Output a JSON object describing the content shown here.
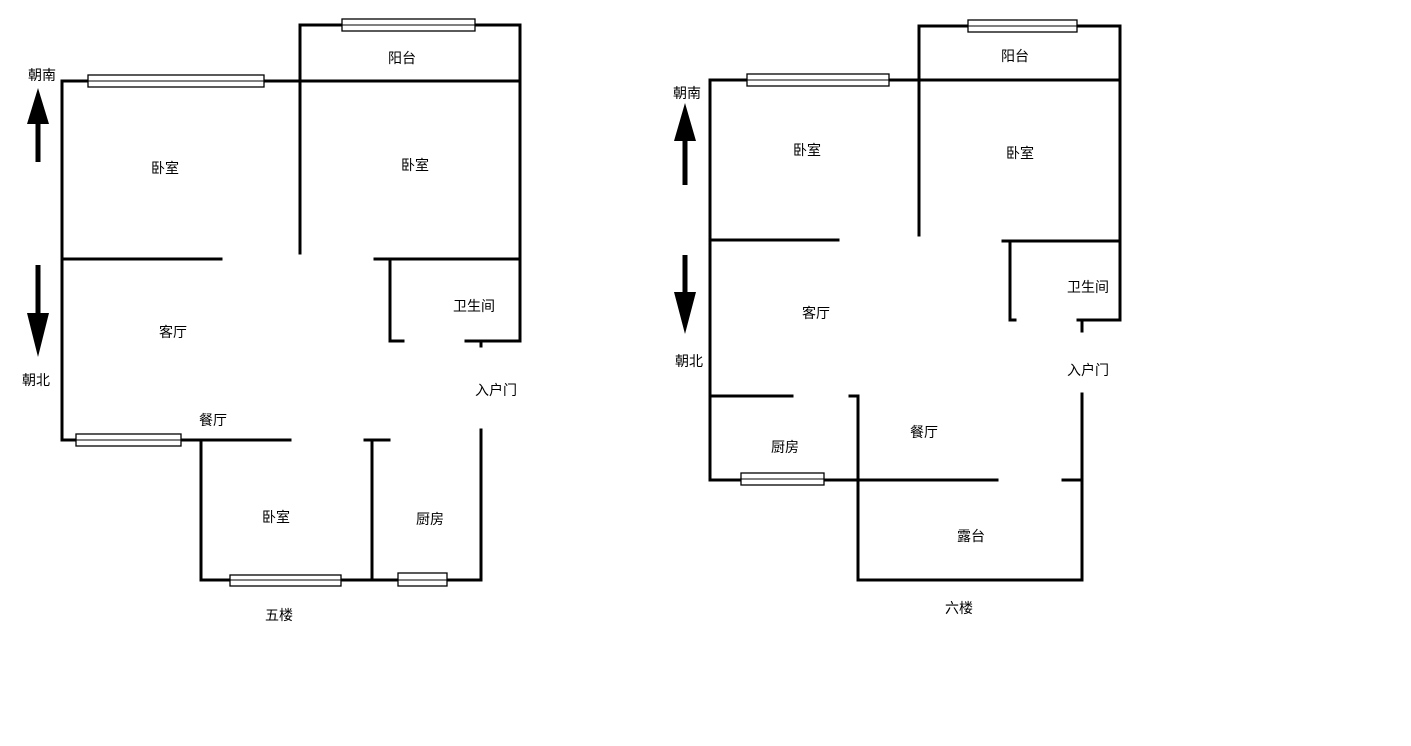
{
  "fifth_floor": {
    "floor_label": "五楼",
    "rooms": {
      "balcony": "阳台",
      "bedroom_left": "卧室",
      "bedroom_right": "卧室",
      "living_room": "客厅",
      "bathroom": "卫生间",
      "entrance": "入户门",
      "dining": "餐厅",
      "bedroom_bottom": "卧室",
      "kitchen": "厨房"
    },
    "compass": {
      "south": "朝南",
      "north": "朝北"
    }
  },
  "sixth_floor": {
    "floor_label": "六楼",
    "rooms": {
      "balcony": "阳台",
      "bedroom_left": "卧室",
      "bedroom_right": "卧室",
      "living_room": "客厅",
      "bathroom": "卫生间",
      "entrance": "入户门",
      "kitchen": "厨房",
      "dining": "餐厅",
      "terrace": "露台"
    },
    "compass": {
      "south": "朝南",
      "north": "朝北"
    }
  },
  "colors": {
    "walls": "#000000",
    "background": "#ffffff"
  }
}
